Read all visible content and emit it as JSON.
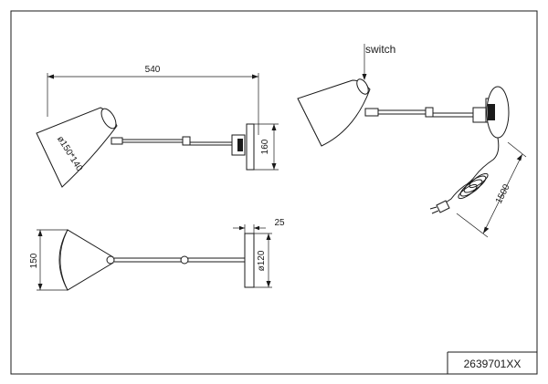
{
  "drawing": {
    "dims": {
      "width": "540",
      "height": "160",
      "shade_diameter": "ø150*140",
      "shade_height": "150",
      "depth": "25",
      "plate_diameter": "ø120",
      "cable": "1500"
    },
    "labels": {
      "switch": "switch"
    },
    "product_code": "2639701XX"
  }
}
